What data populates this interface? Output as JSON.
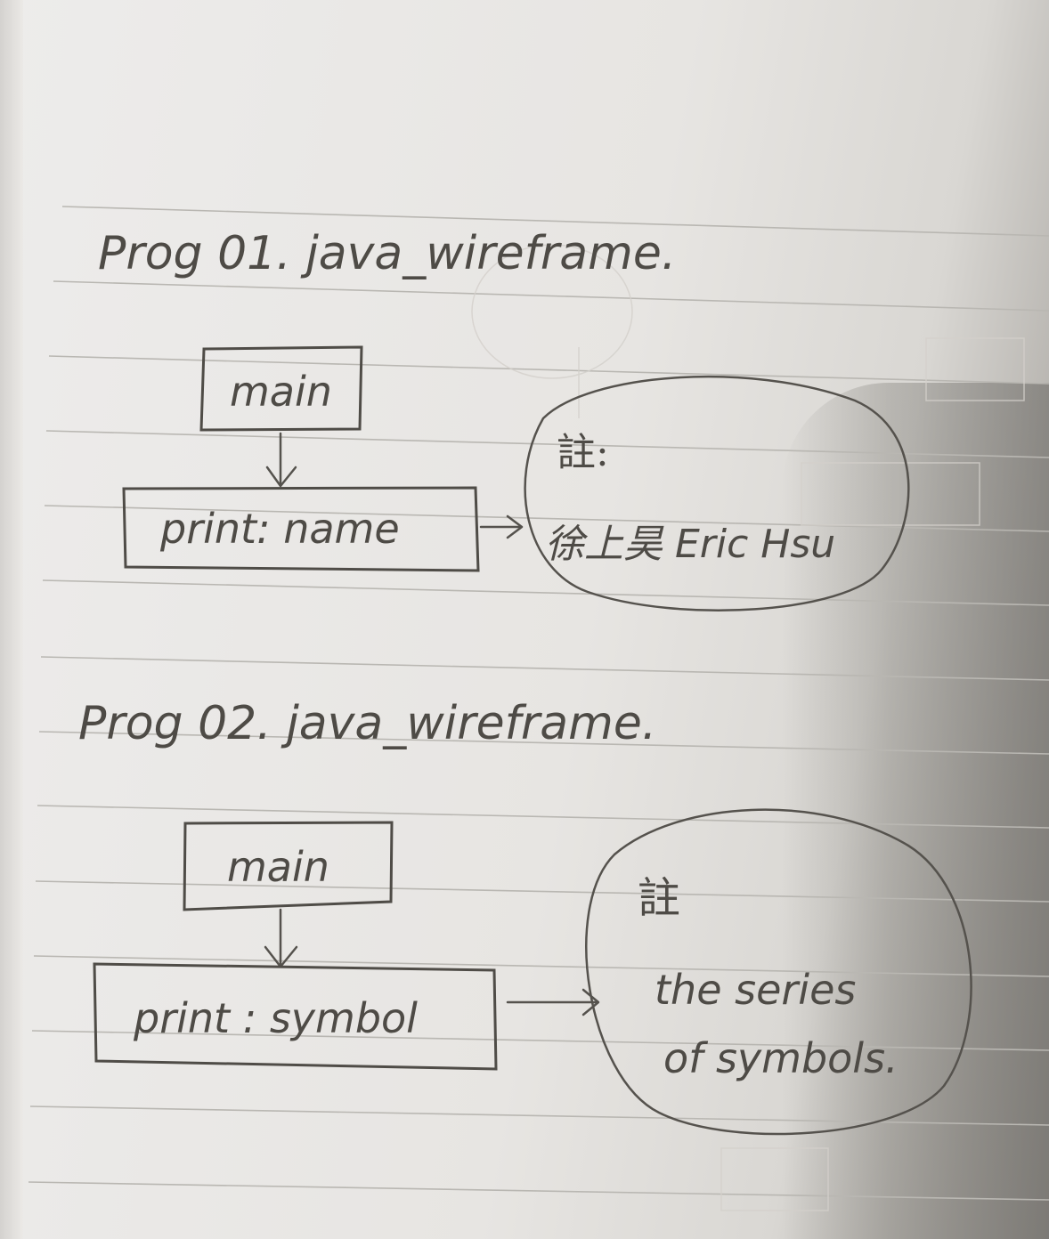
{
  "diagram1": {
    "title": "Prog 01. java_wireframe.",
    "main_label": "main",
    "print_label": "print: name",
    "note_label": "註:",
    "note_text": "徐上昊 Eric Hsu"
  },
  "diagram2": {
    "title": "Prog 02. java_wireframe.",
    "main_label": "main",
    "print_label": "print : symbol",
    "note_label": "註",
    "note_line1": "the series",
    "note_line2": "of symbols."
  },
  "colors": {
    "paper": "#e9e7e3",
    "pencil": "#4e4b46",
    "rule": "#b9b7b2"
  }
}
